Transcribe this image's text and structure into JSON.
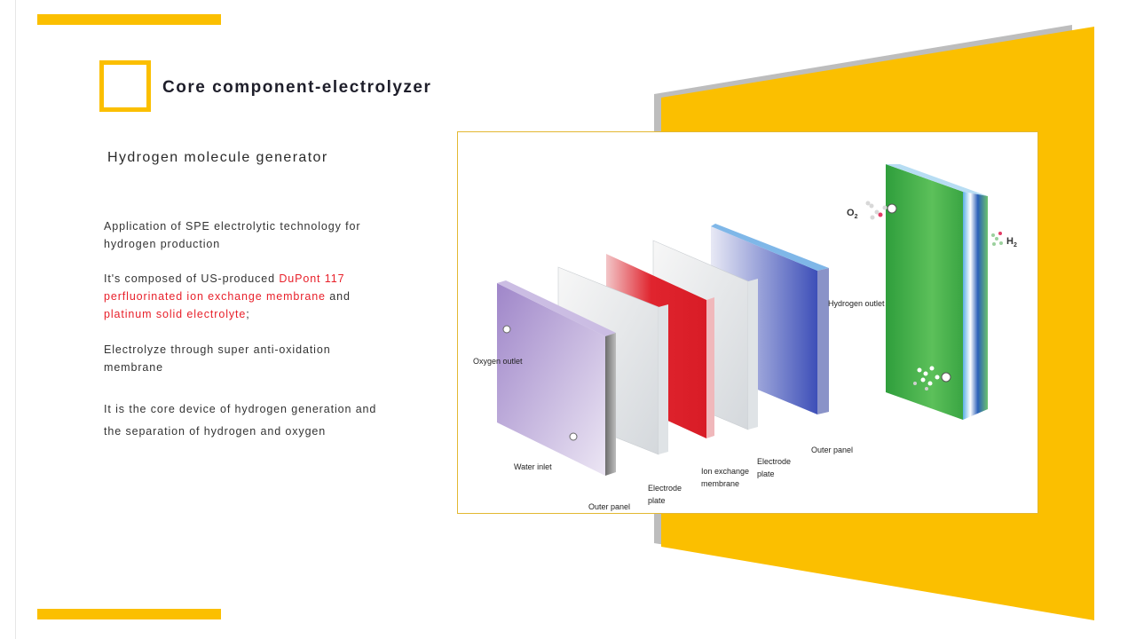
{
  "header": {
    "title": "Core component-electrolyzer"
  },
  "subtitle": "Hydrogen molecule generator",
  "paragraphs": {
    "p1_l1": "Application of SPE electrolytic technology for",
    "p1_l2": "hydrogen production",
    "p2_pre": "It's composed of US-produced ",
    "p2_red1": "DuPont 117",
    "p2_red2": "perfluorinated ion exchange membrane",
    "p2_and": " and",
    "p2_red3": "platinum solid electrolyte",
    "p2_end": ";",
    "p3_l1": "Electrolyze through super anti-oxidation",
    "p3_l2": "membrane",
    "p4_l1": "It is the core device of hydrogen generation and",
    "p4_l2": "the separation of hydrogen and oxygen"
  },
  "diagram": {
    "labels": {
      "oxygen_outlet": "Oxygen outlet",
      "water_inlet": "Water inlet",
      "outer_panel_1": "Outer panel",
      "electrode_1_l1": "Electrode",
      "electrode_1_l2": "plate",
      "ion_l1": "Ion exchange",
      "ion_l2": "membrane",
      "electrode_2_l1": "Electrode",
      "electrode_2_l2": "plate",
      "outer_panel_2": "Outer panel",
      "hydrogen_outlet": "Hydrogen outlet",
      "o2": "O",
      "o2_sub": "2",
      "h2": "H",
      "h2_sub": "2"
    }
  },
  "colors": {
    "accent": "#fbbf00",
    "highlight_text": "#e8212b",
    "panel_purple": "#b9a6d8",
    "panel_red": "#e0242e",
    "panel_blue": "#5966c4",
    "panel_green": "#3fae45"
  }
}
